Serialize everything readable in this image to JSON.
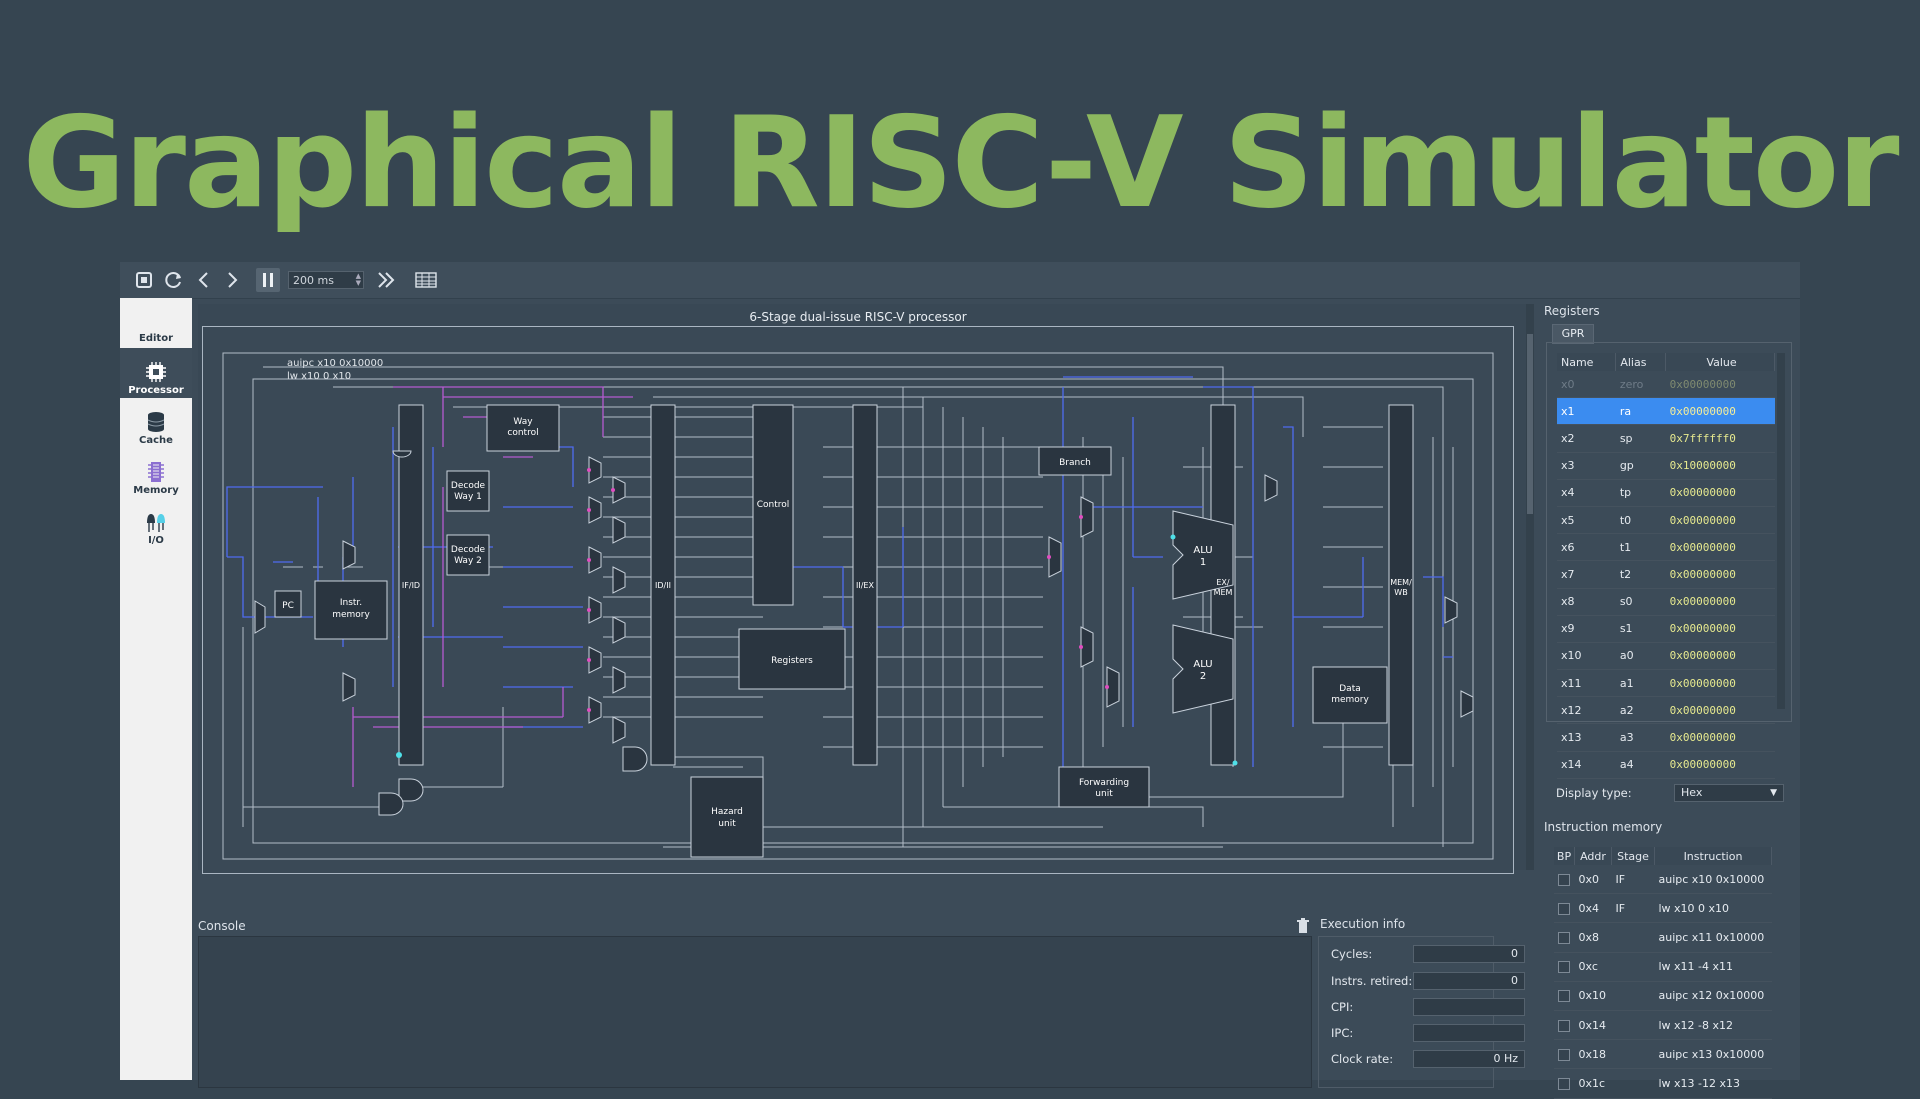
{
  "hero_title": "Graphical RISC-V Simulator",
  "toolbar": {
    "delay_value": "200 ms"
  },
  "sidebar": {
    "items": [
      {
        "label": "Editor"
      },
      {
        "label": "Processor"
      },
      {
        "label": "Cache"
      },
      {
        "label": "Memory"
      },
      {
        "label": "I/O"
      }
    ]
  },
  "diagram": {
    "title": "6-Stage dual-issue RISC-V processor",
    "annotation_line1": "auipc x10 0x10000",
    "annotation_line2": "lw x10 0 x10",
    "blocks": {
      "way_control": [
        "Way",
        "control"
      ],
      "decode_way1": [
        "Decode",
        "Way 1"
      ],
      "decode_way2": [
        "Decode",
        "Way 2"
      ],
      "pc": "PC",
      "instr_memory": [
        "Instr.",
        "memory"
      ],
      "control": "Control",
      "registers": "Registers",
      "branch": "Branch",
      "alu1": [
        "ALU",
        "1"
      ],
      "alu2": [
        "ALU",
        "2"
      ],
      "hazard_unit": [
        "Hazard",
        "unit"
      ],
      "forwarding_unit": [
        "Forwarding",
        "unit"
      ],
      "data_memory": [
        "Data",
        "memory"
      ],
      "if_id": "IF/ID",
      "id_ii": "ID/II",
      "ii_ex": "II/EX",
      "ex_mem": [
        "EX/",
        "MEM"
      ],
      "mem_wb": [
        "MEM/",
        "WB"
      ]
    }
  },
  "console": {
    "label": "Console"
  },
  "execution_info": {
    "label": "Execution info",
    "rows": [
      {
        "label": "Cycles:",
        "value": "0"
      },
      {
        "label": "Instrs. retired:",
        "value": "0"
      },
      {
        "label": "CPI:",
        "value": ""
      },
      {
        "label": "IPC:",
        "value": ""
      },
      {
        "label": "Clock rate:",
        "value": "0 Hz"
      }
    ]
  },
  "registers": {
    "title": "Registers",
    "tab": "GPR",
    "columns": [
      "Name",
      "Alias",
      "Value"
    ],
    "rows": [
      {
        "name": "x0",
        "alias": "zero",
        "value": "0x00000000"
      },
      {
        "name": "x1",
        "alias": "ra",
        "value": "0x00000000"
      },
      {
        "name": "x2",
        "alias": "sp",
        "value": "0x7ffffff0"
      },
      {
        "name": "x3",
        "alias": "gp",
        "value": "0x10000000"
      },
      {
        "name": "x4",
        "alias": "tp",
        "value": "0x00000000"
      },
      {
        "name": "x5",
        "alias": "t0",
        "value": "0x00000000"
      },
      {
        "name": "x6",
        "alias": "t1",
        "value": "0x00000000"
      },
      {
        "name": "x7",
        "alias": "t2",
        "value": "0x00000000"
      },
      {
        "name": "x8",
        "alias": "s0",
        "value": "0x00000000"
      },
      {
        "name": "x9",
        "alias": "s1",
        "value": "0x00000000"
      },
      {
        "name": "x10",
        "alias": "a0",
        "value": "0x00000000"
      },
      {
        "name": "x11",
        "alias": "a1",
        "value": "0x00000000"
      },
      {
        "name": "x12",
        "alias": "a2",
        "value": "0x00000000"
      },
      {
        "name": "x13",
        "alias": "a3",
        "value": "0x00000000"
      },
      {
        "name": "x14",
        "alias": "a4",
        "value": "0x00000000"
      }
    ],
    "display_type_label": "Display type:",
    "display_type_value": "Hex"
  },
  "instruction_memory": {
    "title": "Instruction memory",
    "columns": [
      "BP",
      "Addr",
      "Stage",
      "Instruction"
    ],
    "rows": [
      {
        "addr": "0x0",
        "stage": "IF",
        "instruction": "auipc x10 0x10000"
      },
      {
        "addr": "0x4",
        "stage": "IF",
        "instruction": "lw x10 0 x10"
      },
      {
        "addr": "0x8",
        "stage": "",
        "instruction": "auipc x11 0x10000"
      },
      {
        "addr": "0xc",
        "stage": "",
        "instruction": "lw x11 -4 x11"
      },
      {
        "addr": "0x10",
        "stage": "",
        "instruction": "auipc x12 0x10000"
      },
      {
        "addr": "0x14",
        "stage": "",
        "instruction": "lw x12 -8 x12"
      },
      {
        "addr": "0x18",
        "stage": "",
        "instruction": "auipc x13 0x10000"
      },
      {
        "addr": "0x1c",
        "stage": "",
        "instruction": "lw x13 -12 x13"
      }
    ]
  }
}
